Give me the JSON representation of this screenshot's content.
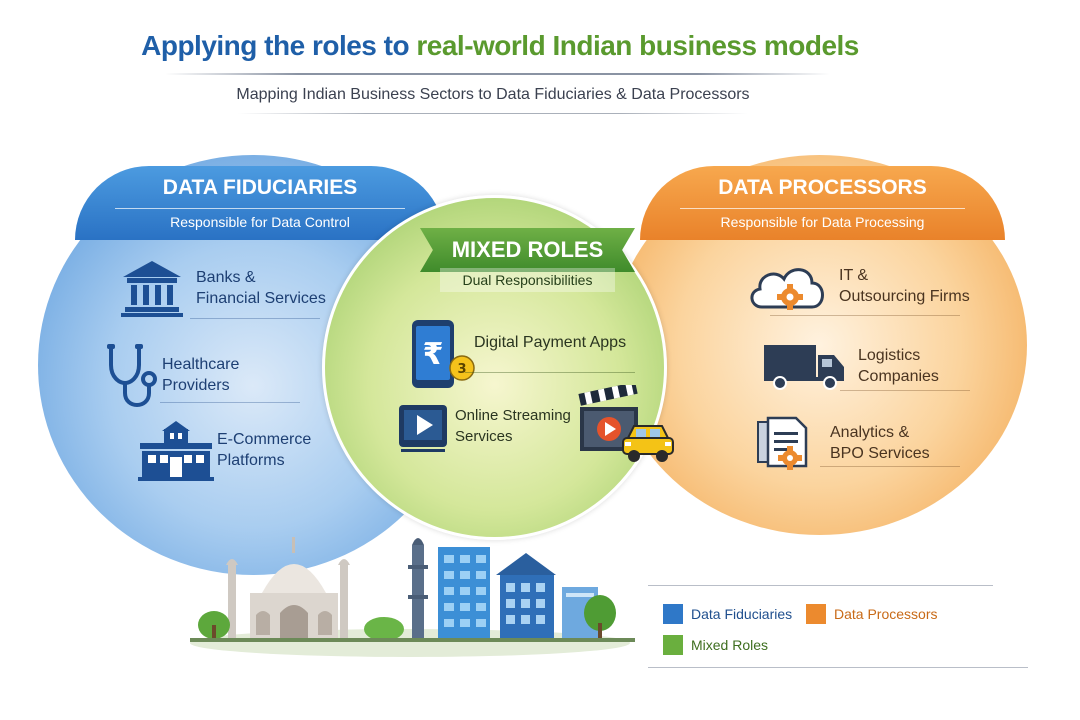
{
  "header": {
    "title_part1": "Applying the roles to",
    "title_part2": "real-world Indian business models",
    "subtitle": "Mapping Indian Business Sectors to Data Fiduciaries & Data Processors"
  },
  "colors": {
    "fiduciaries": "#2a72c4",
    "processors": "#e9822a",
    "mixed": "#3f8b2b",
    "title_blue": "#1f5fa8",
    "title_green": "#5a9a2e"
  },
  "fiduciaries": {
    "title": "DATA FIDUCIARIES",
    "subtitle": "Responsible for Data Control",
    "items": [
      {
        "line1": "Banks &",
        "line2": "Financial Services",
        "icon": "bank-icon"
      },
      {
        "line1": "Healthcare",
        "line2": "Providers",
        "icon": "stethoscope-icon"
      },
      {
        "line1": "E-Commerce",
        "line2": "Platforms",
        "icon": "storefront-icon"
      }
    ]
  },
  "mixed": {
    "title": "MIXED ROLES",
    "subtitle": "Dual Responsibilities",
    "items": [
      {
        "line1": "Digital Payment Apps",
        "line2": "",
        "icon": "rupee-phone-icon",
        "badge": "3"
      },
      {
        "line1": "Online Streaming",
        "line2": "Services",
        "icon": "play-screen-icon"
      }
    ],
    "extra_icons": [
      "clapperboard-icon",
      "taxi-icon"
    ]
  },
  "processors": {
    "title": "DATA PROCESSORS",
    "subtitle": "Responsible for Data Processing",
    "items": [
      {
        "line1": "IT &",
        "line2": "Outsourcing Firms",
        "icon": "cloud-gear-icon"
      },
      {
        "line1": "Logistics",
        "line2": "Companies",
        "icon": "truck-icon"
      },
      {
        "line1": "Analytics &",
        "line2": "BPO Services",
        "icon": "document-gear-icon"
      }
    ]
  },
  "legend": {
    "items": [
      {
        "label": "Data Fiduciaries",
        "color": "#2f78c8"
      },
      {
        "label": "Data Processors",
        "color": "#ec8a2e"
      },
      {
        "label": "Mixed Roles",
        "color": "#6aaf3e"
      }
    ]
  }
}
